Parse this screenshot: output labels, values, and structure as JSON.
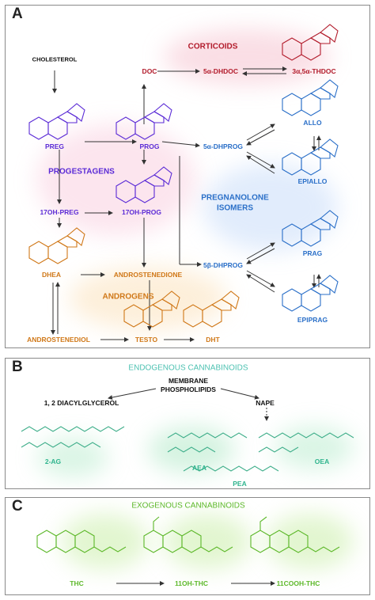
{
  "panels": {
    "a": {
      "letter": "A",
      "groups": {
        "corticoids": "CORTICOIDS",
        "progestagens": "PROGESTAGENS",
        "androgens": "ANDROGENS",
        "isomers_line1": "PREGNANOLONE",
        "isomers_line2": "ISOMERS"
      },
      "compounds": {
        "cholesterol": "CHOLESTEROL",
        "preg": "PREG",
        "prog": "PROG",
        "doc": "DOC",
        "dhdoc": "5α-DHDOC",
        "thdoc": "3α,5α-THDOC",
        "dhprog_a": "5α-DHPROG",
        "allo": "ALLO",
        "epiallo": "EPIALLO",
        "oh_preg": "17OH-PREG",
        "oh_prog": "17OH-PROG",
        "dhea": "DHEA",
        "androstenedione": "ANDROSTENEDIONE",
        "dhprog_b": "5β-DHPROG",
        "prag": "PRAG",
        "epiprag": "EPIPRAG",
        "androstenediol": "ANDROSTENEDIOL",
        "testo": "TESTO",
        "dht": "DHT"
      }
    },
    "b": {
      "letter": "B",
      "title": "ENDOGENOUS CANNABINOIDS",
      "source_line1": "MEMBRANE",
      "source_line2": "PHOSPHOLIPIDS",
      "dag": "1, 2 DIACYLGLYCEROL",
      "nape": "NAPE",
      "compounds": {
        "ag": "2-AG",
        "aea": "AEA",
        "oea": "OEA",
        "pea": "PEA"
      }
    },
    "c": {
      "letter": "C",
      "title": "EXOGENOUS CANNABINOIDS",
      "compounds": {
        "thc": "THC",
        "oh_thc": "11OH-THC",
        "cooh_thc": "11COOH-THC"
      }
    }
  },
  "colors": {
    "corticoids": "#b21b2b",
    "progestagens": "#5b2bd6",
    "androgens": "#d07818",
    "pregnanolone": "#2a6fc8",
    "endogenous": "#4ec2b2",
    "exogenous": "#5db82a"
  }
}
